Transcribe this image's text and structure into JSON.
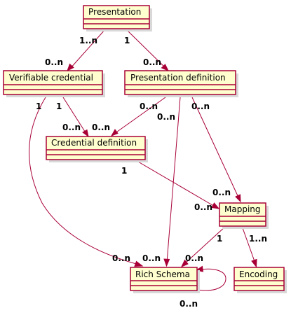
{
  "classes": {
    "presentation": "Presentation",
    "verifiable_credential": "Verifiable credential",
    "presentation_definition": "Presentation definition",
    "credential_definition": "Credential definition",
    "mapping": "Mapping",
    "rich_schema": "Rich Schema",
    "encoding": "Encoding"
  },
  "associations": [
    {
      "from": "Presentation",
      "to": "Verifiable credential",
      "source_mult": "1..n",
      "target_mult": "0..n"
    },
    {
      "from": "Presentation",
      "to": "Presentation definition",
      "source_mult": "1",
      "target_mult": "0..n"
    },
    {
      "from": "Verifiable credential",
      "to": "Credential definition",
      "source_mult": "1",
      "target_mult": "0..n"
    },
    {
      "from": "Verifiable credential",
      "to": "Rich Schema",
      "source_mult": "1",
      "target_mult": "0..n"
    },
    {
      "from": "Presentation definition",
      "to": "Credential definition",
      "source_mult": "0..n",
      "target_mult": "0..n"
    },
    {
      "from": "Presentation definition",
      "to": "Rich Schema",
      "source_mult": "0..n",
      "target_mult": "0..n"
    },
    {
      "from": "Presentation definition",
      "to": "Mapping",
      "source_mult": "0..n",
      "target_mult": "0..n"
    },
    {
      "from": "Credential definition",
      "to": "Mapping",
      "source_mult": "1",
      "target_mult": "0..n"
    },
    {
      "from": "Mapping",
      "to": "Rich Schema",
      "source_mult": "1",
      "target_mult": "0..n"
    },
    {
      "from": "Mapping",
      "to": "Encoding",
      "source_mult": "1..n",
      "target_mult": ""
    },
    {
      "from": "Rich Schema",
      "to": "Rich Schema",
      "source_mult": "",
      "target_mult": "0..n"
    }
  ],
  "colors": {
    "class_fill": "#fefece",
    "class_border": "#a80036",
    "edge": "#a80036",
    "shadow": "#d9d9d9"
  }
}
